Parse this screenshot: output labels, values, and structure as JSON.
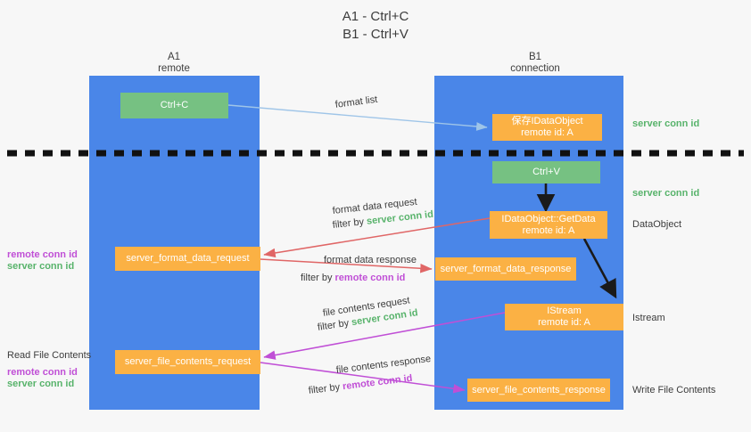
{
  "title": {
    "line1": "A1 - Ctrl+C",
    "line2": "B1 - Ctrl+V"
  },
  "columns": [
    {
      "id": "a1",
      "name": "A1",
      "subtitle": "remote"
    },
    {
      "id": "b1",
      "name": "B1",
      "subtitle": "connection"
    }
  ],
  "colors": {
    "column_fill": "#4a86e8",
    "node_green": "#76c182",
    "node_orange": "#fbb144",
    "text_dark": "#3c3c3c",
    "server_conn_green": "#58b36b",
    "remote_conn_purple": "#c04fd6",
    "arrow_blue": "#9fc5e8",
    "arrow_red": "#e06666",
    "arrow_magenta": "#c04fd6",
    "arrow_black": "#1a1a1a",
    "page_background": "#f7f7f7"
  },
  "nodes": {
    "ctrl_c": {
      "label": "Ctrl+C",
      "kind": "green"
    },
    "set_idataobject": {
      "line1": "保存IDataObject",
      "line2": "remote id: A",
      "kind": "orange"
    },
    "ctrl_v": {
      "label": "Ctrl+V",
      "kind": "green"
    },
    "getdata": {
      "line1": "IDataObject::GetData",
      "line2": "remote id: A",
      "kind": "orange"
    },
    "istream": {
      "line1": "IStream",
      "line2": "remote id: A",
      "kind": "orange"
    },
    "server_format_data_request": {
      "label": "server_format_data_request",
      "kind": "orange"
    },
    "server_format_data_response": {
      "label": "server_format_data_response",
      "kind": "orange"
    },
    "server_file_contents_request": {
      "label": "server_file_contents_request",
      "kind": "orange"
    },
    "server_file_contents_response": {
      "label": "server_file_contents_response",
      "kind": "orange"
    }
  },
  "edge_labels": {
    "format_list": "format list",
    "format_data_request": "format data request",
    "format_data_response": "format data response",
    "file_contents_request": "file contents request",
    "file_contents_response": "file contents response",
    "filter_by": "filter by",
    "server_conn_id": "server conn id",
    "remote_conn_id": "remote conn id"
  },
  "left_annotations": [
    {
      "id": "fmt",
      "remote": "remote conn id",
      "server": "server conn id"
    },
    {
      "id": "read",
      "heading": "Read File Contents",
      "remote": "remote conn id",
      "server": "server conn id"
    }
  ],
  "right_annotations": [
    {
      "id": "r1",
      "text": "server conn id",
      "style": "green"
    },
    {
      "id": "r2",
      "text": "server conn id",
      "style": "green"
    },
    {
      "id": "r3",
      "text": "DataObject",
      "style": "dark"
    },
    {
      "id": "r4",
      "text": "Istream",
      "style": "dark"
    },
    {
      "id": "r5",
      "text": "Write File Contents",
      "style": "dark"
    }
  ],
  "divider": {
    "name": "dashed-separator",
    "style": "black dashed line"
  }
}
